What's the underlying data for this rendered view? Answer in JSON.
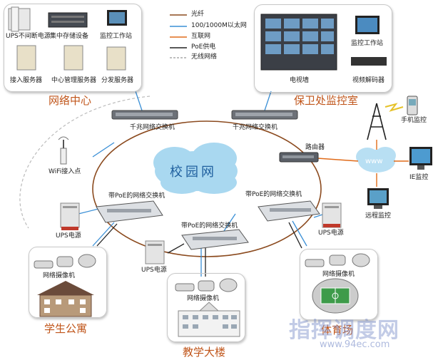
{
  "legend": [
    {
      "label": "光纤",
      "color": "#8b4a1e"
    },
    {
      "label": "100/1000M以太网",
      "color": "#3a8fd6"
    },
    {
      "label": "互联网",
      "color": "#e06b1a"
    },
    {
      "label": "PoE供电",
      "color": "#222222"
    },
    {
      "label": "无线网络",
      "color": "#aaaaaa"
    }
  ],
  "network_center": {
    "title": "网络中心",
    "devices": [
      "UPS不间断电源",
      "集中存储设备",
      "监控工作站",
      "接入服务器",
      "中心管理服务器",
      "分发服务器"
    ]
  },
  "security_room": {
    "title": "保卫处监控室",
    "devices": [
      "电视墙",
      "监控工作站",
      "视频解码器"
    ]
  },
  "switches": {
    "gigabit_left": "千兆网络交换机",
    "gigabit_right": "千兆网络交换机",
    "poe_left": "带PoE的网络交换机",
    "poe_right": "带PoE的网络交换机",
    "poe_center": "带PoE的网络交换机"
  },
  "campus_label": "校园网",
  "router": "路由器",
  "wifi": "WiFi接入点",
  "internet": "www",
  "remote": [
    "手机监控",
    "IE监控",
    "远程监控"
  ],
  "ups": [
    "UPS电源",
    "UPS电源",
    "UPS电源"
  ],
  "cameras": [
    "网络摄像机",
    "网络摄像机",
    "网络摄像机"
  ],
  "dorm_title": "学生公寓",
  "teaching_title": "教学大楼",
  "field_title": "体育场",
  "watermark": {
    "brand": "指挥调度网",
    "url": "www.94ec.com"
  }
}
